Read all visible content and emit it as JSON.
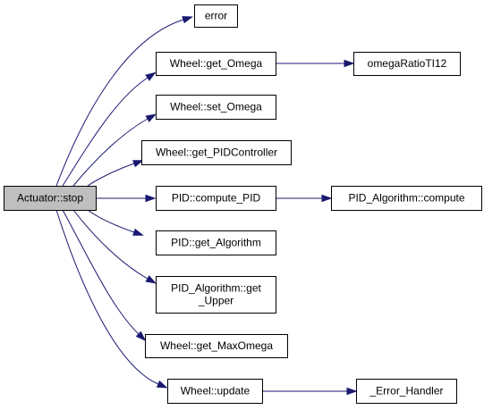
{
  "graph": {
    "colors": {
      "edge": "#191970",
      "node_border": "#000000",
      "node_fill": "#ffffff",
      "root_fill": "#bfbfbf"
    },
    "nodes": [
      {
        "id": "stop",
        "lines": [
          "Actuator::stop"
        ]
      },
      {
        "id": "error",
        "lines": [
          "error"
        ]
      },
      {
        "id": "get_omega",
        "lines": [
          "Wheel::get_Omega"
        ]
      },
      {
        "id": "omega_ratio",
        "lines": [
          "omegaRatioTI12"
        ]
      },
      {
        "id": "set_omega",
        "lines": [
          "Wheel::set_Omega"
        ]
      },
      {
        "id": "get_pidcontroller",
        "lines": [
          "Wheel::get_PIDController"
        ]
      },
      {
        "id": "compute_pid",
        "lines": [
          "PID::compute_PID"
        ]
      },
      {
        "id": "algo_compute",
        "lines": [
          "PID_Algorithm::compute"
        ]
      },
      {
        "id": "get_algorithm",
        "lines": [
          "PID::get_Algorithm"
        ]
      },
      {
        "id": "get_upper",
        "lines": [
          "PID_Algorithm::get",
          "_Upper"
        ]
      },
      {
        "id": "get_maxomega",
        "lines": [
          "Wheel::get_MaxOmega"
        ]
      },
      {
        "id": "update",
        "lines": [
          "Wheel::update"
        ]
      },
      {
        "id": "error_handler",
        "lines": [
          "_Error_Handler"
        ]
      }
    ],
    "edges": [
      {
        "from": "stop",
        "to": "error"
      },
      {
        "from": "stop",
        "to": "get_omega"
      },
      {
        "from": "stop",
        "to": "set_omega"
      },
      {
        "from": "stop",
        "to": "get_pidcontroller"
      },
      {
        "from": "stop",
        "to": "compute_pid"
      },
      {
        "from": "stop",
        "to": "get_algorithm"
      },
      {
        "from": "stop",
        "to": "get_upper"
      },
      {
        "from": "stop",
        "to": "get_maxomega"
      },
      {
        "from": "stop",
        "to": "update"
      },
      {
        "from": "get_omega",
        "to": "omega_ratio"
      },
      {
        "from": "compute_pid",
        "to": "algo_compute"
      },
      {
        "from": "update",
        "to": "error_handler"
      }
    ]
  }
}
